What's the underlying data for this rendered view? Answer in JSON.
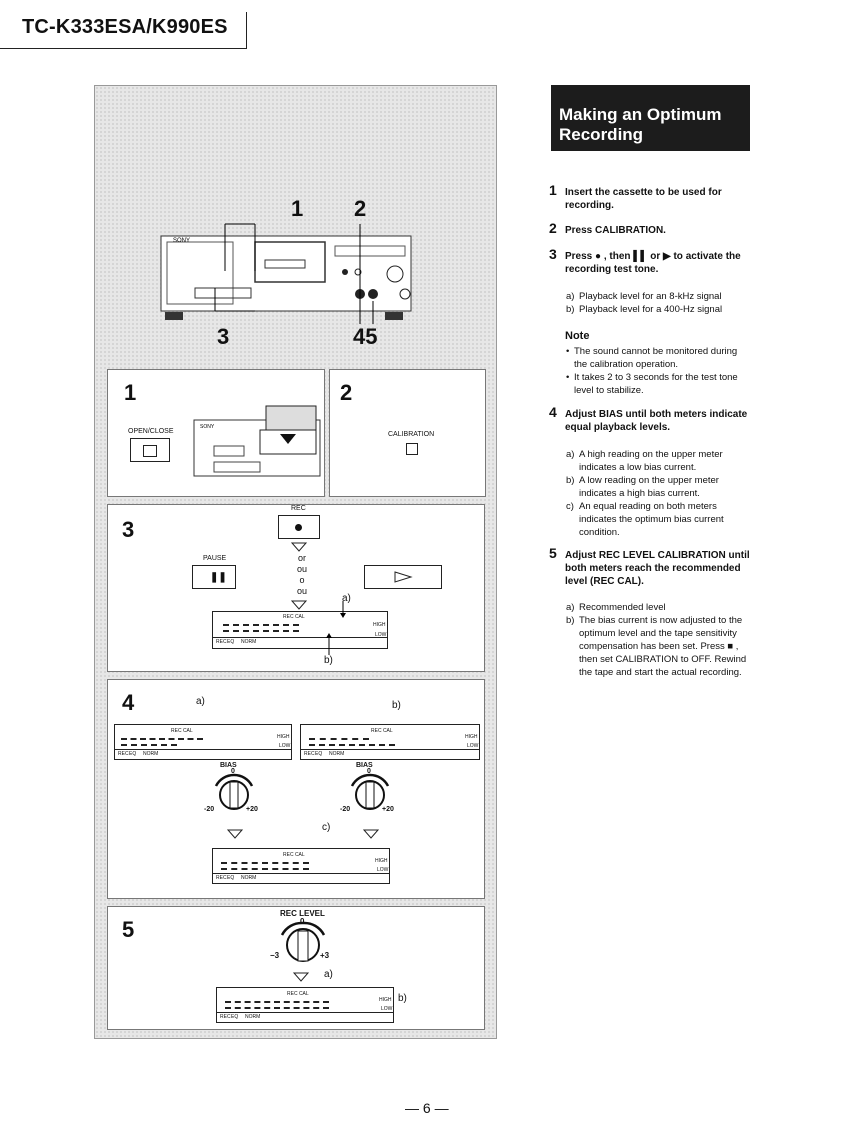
{
  "header": {
    "title": "TC-K333ESA/K990ES"
  },
  "figure": {
    "overview_callouts": [
      "1",
      "2",
      "3",
      "45"
    ],
    "brand": "SONY",
    "panel1": {
      "num": "1",
      "button_label": "OPEN/CLOSE",
      "brand": "SONY"
    },
    "panel2": {
      "num": "2",
      "button_label": "CALIBRATION"
    },
    "panel3": {
      "num": "3",
      "rec_label": "REC",
      "pause_label": "PAUSE",
      "or_words": [
        "or",
        "ou",
        "o",
        "ou"
      ],
      "callout_a": "a)",
      "callout_b": "b)"
    },
    "panel4": {
      "num": "4",
      "callout_a": "a)",
      "callout_b": "b)",
      "callout_c": "c)",
      "bias_label": "BIAS",
      "dial_min": "-20",
      "dial_mid": "0",
      "dial_max": "+20"
    },
    "panel5": {
      "num": "5",
      "rec_level_label": "REC LEVEL",
      "dial_min": "−3",
      "dial_mid": "0",
      "dial_max": "+3",
      "callout_a": "a)",
      "callout_b": "b)"
    },
    "meter": {
      "rec_cal": "REC CAL",
      "high": "HIGH",
      "low": "LOW",
      "rec": "REC",
      "eq": "EQ",
      "norm": "NORM"
    }
  },
  "section": {
    "title": "Making an Optimum Recording"
  },
  "steps": [
    {
      "num": "1",
      "text": "Insert the cassette to be used for recording."
    },
    {
      "num": "2",
      "text": "Press CALIBRATION."
    },
    {
      "num": "3",
      "text": "Press ● , then ▌▌ or ▶ to activate the recording test tone."
    },
    {
      "num": "4",
      "text": "Adjust BIAS until both meters indicate equal playback levels."
    },
    {
      "num": "5",
      "text": "Adjust REC LEVEL CALIBRATION until both meters reach the recommended level (REC CAL)."
    }
  ],
  "step3_items": [
    {
      "key": "a)",
      "text": "Playback level for an 8-kHz signal"
    },
    {
      "key": "b)",
      "text": "Playback level for a 400-Hz signal"
    }
  ],
  "note": {
    "title": "Note",
    "items": [
      "The sound cannot be monitored during the calibration operation.",
      "It takes 2 to 3 seconds for the test tone level to stabilize."
    ]
  },
  "step4_items": [
    {
      "key": "a)",
      "text": "A high reading on the upper meter indicates a low bias current."
    },
    {
      "key": "b)",
      "text": "A low reading on the upper meter indicates a high bias current."
    },
    {
      "key": "c)",
      "text": "An equal reading on both meters indicates the optimum bias current condition."
    }
  ],
  "step5_items": [
    {
      "key": "a)",
      "text": "Recommended level"
    },
    {
      "key": "b)",
      "text": "The bias current is now adjusted to the optimum level and the tape sensitivity compensation has been set. Press ■ , then set CALIBRATION to OFF. Rewind the tape and start the actual recording."
    }
  ],
  "page_number": "— 6 —"
}
